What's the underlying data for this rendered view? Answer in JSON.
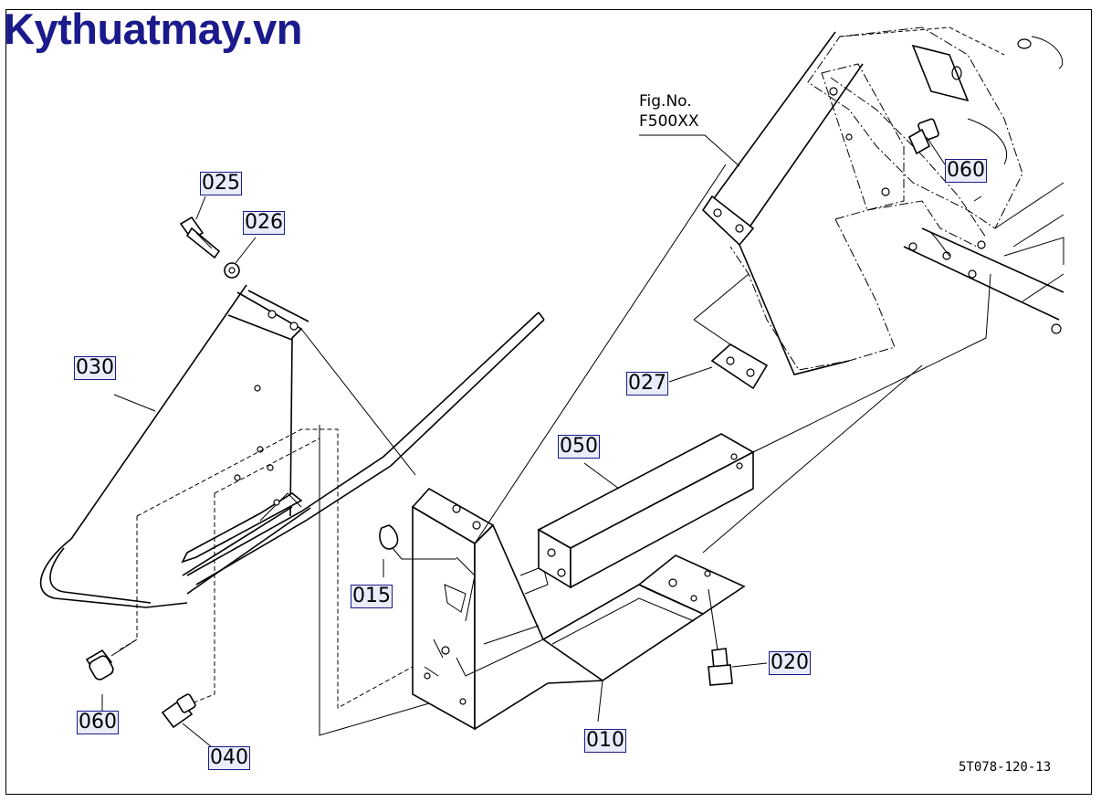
{
  "watermark": "Kythuatmay.vn",
  "figure_ref": {
    "line1": "Fig.No.",
    "line2": "F500XX"
  },
  "drawing_code": "5T078-120-13",
  "callouts": {
    "c025": "025",
    "c026": "026",
    "c030": "030",
    "c027": "027",
    "c050": "050",
    "c015": "015",
    "c060_top": "060",
    "c060_bottom": "060",
    "c040": "040",
    "c020": "020",
    "c010": "010"
  },
  "colors": {
    "callout_fill": "#e9ecfb",
    "callout_border": "#1c1c8a",
    "watermark": "#1a1a8c"
  }
}
